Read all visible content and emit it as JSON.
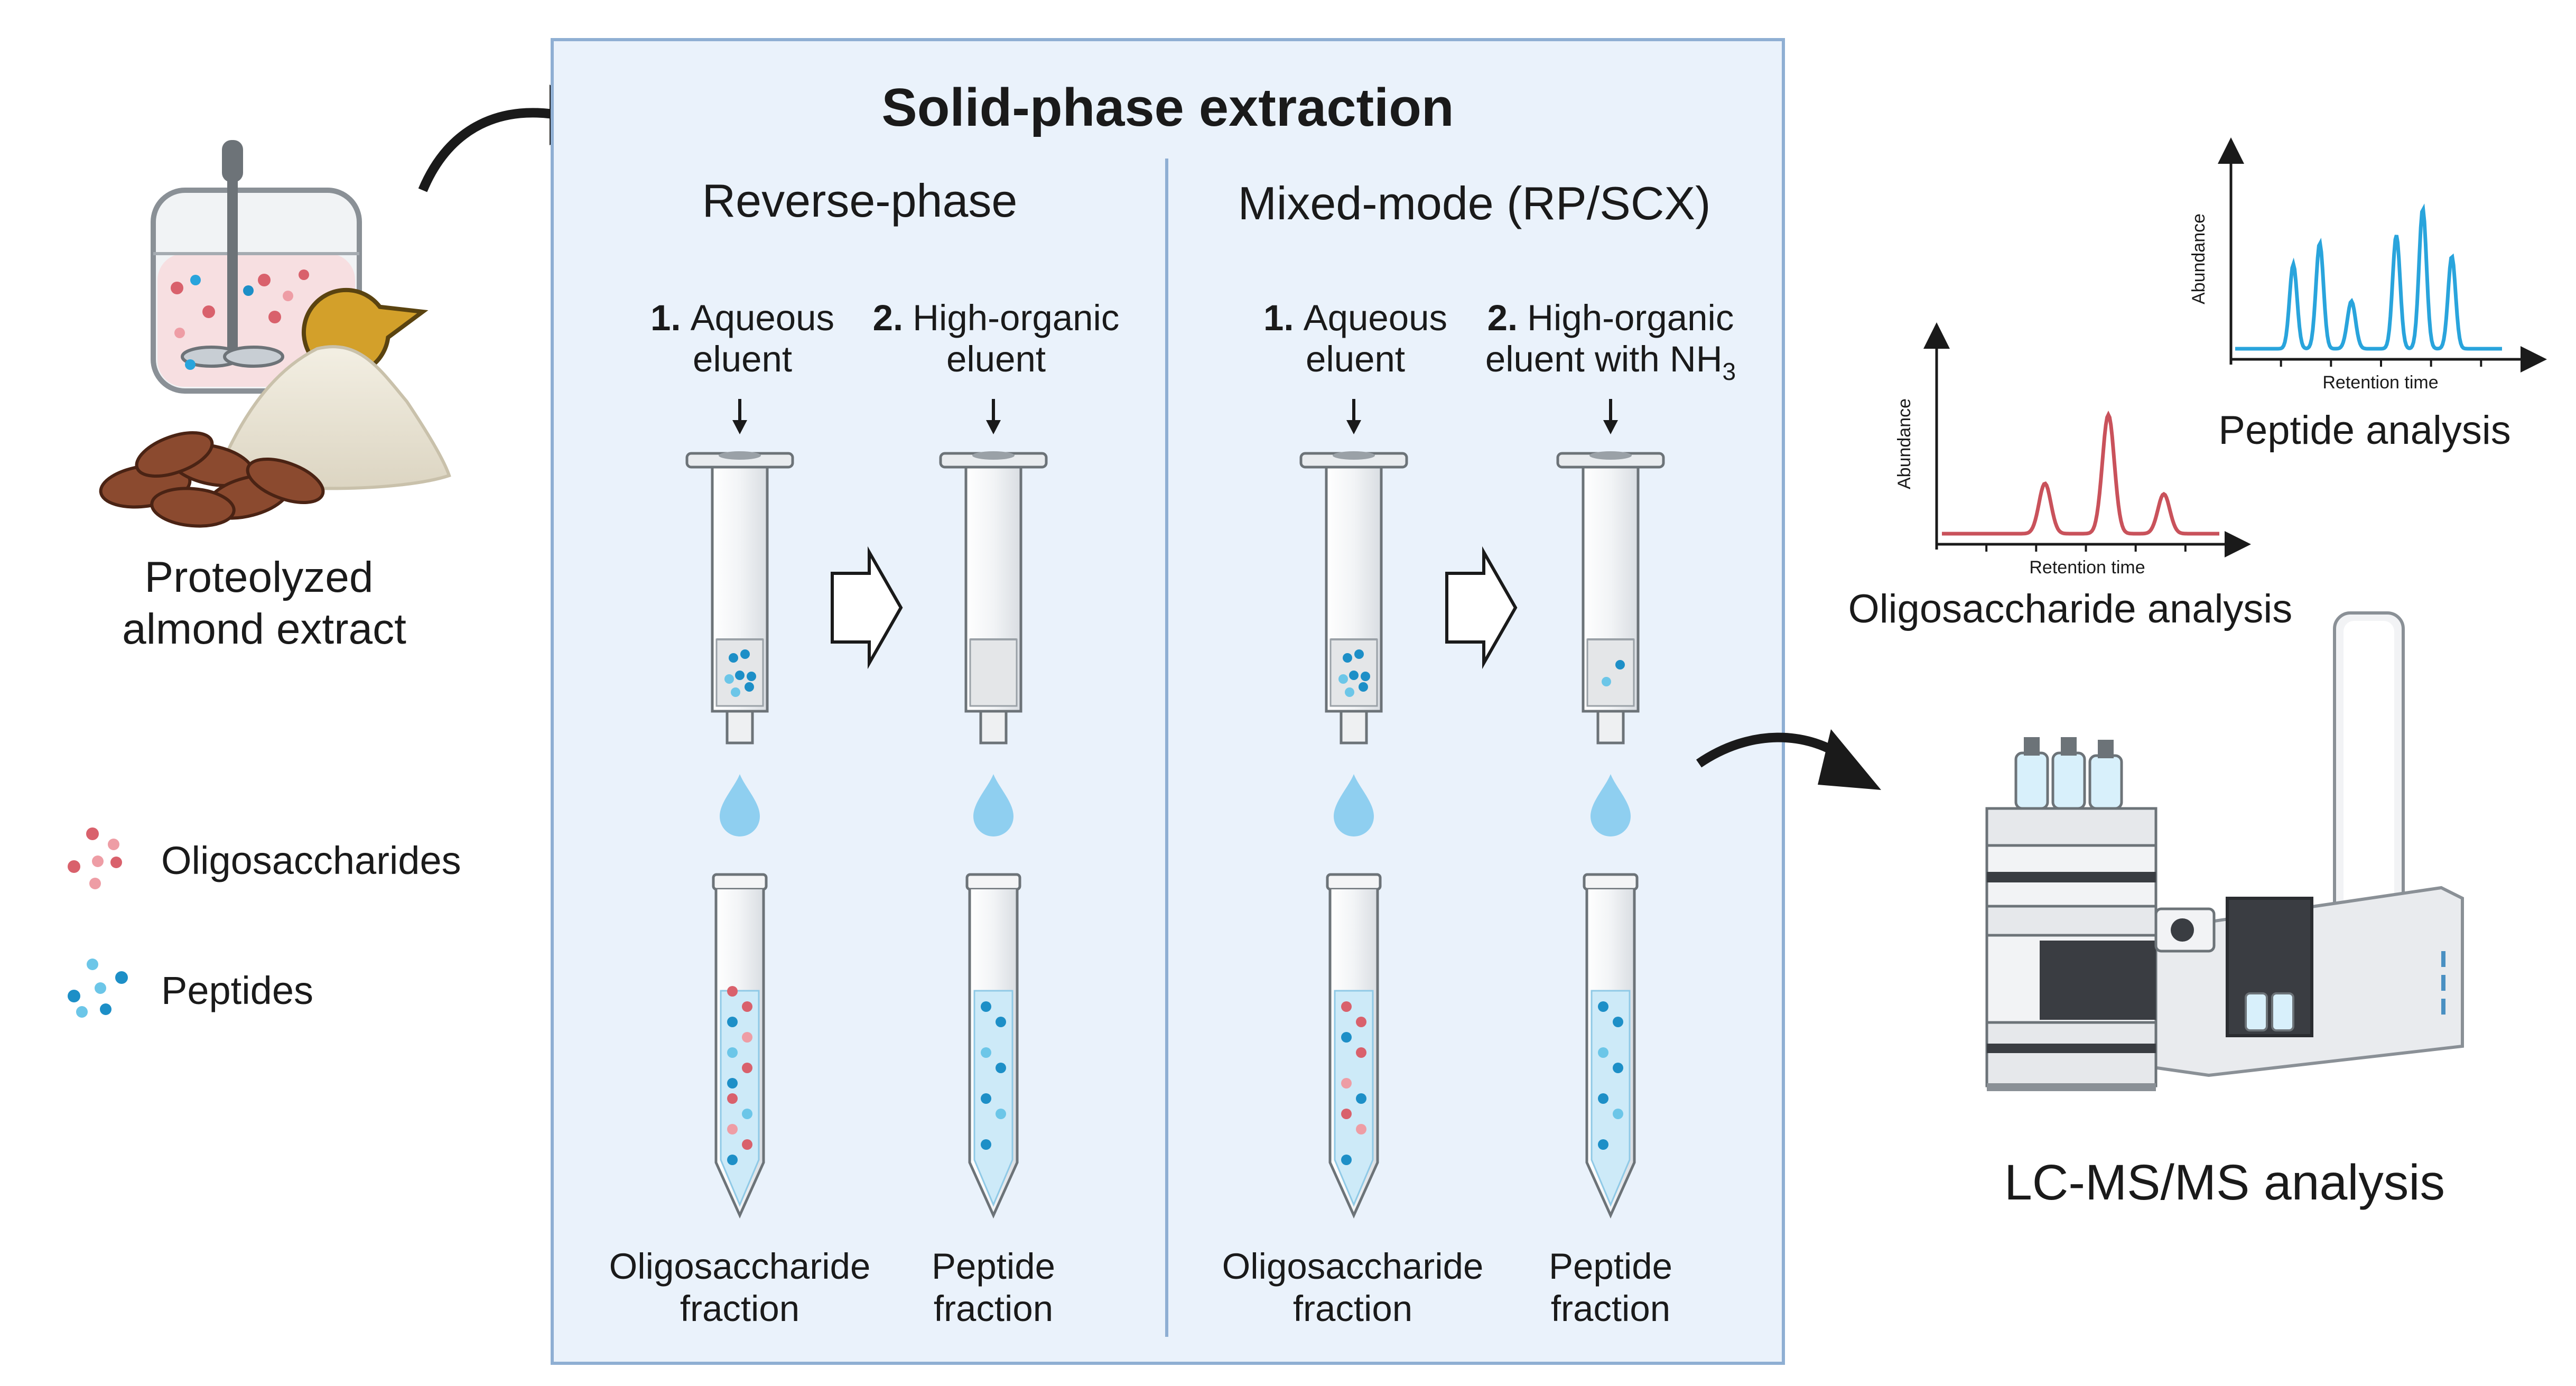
{
  "source": {
    "label_line1": "Proteolyzed",
    "label_line2": "almond extract"
  },
  "legend": {
    "oligosaccharides": "Oligosaccharides",
    "peptides": "Peptides"
  },
  "spe": {
    "title": "Solid-phase extraction",
    "reverse_phase": {
      "title": "Reverse-phase",
      "step1_num": "1.",
      "step1_line1": "Aqueous",
      "step1_line2": "eluent",
      "step2_num": "2.",
      "step2_line1": "High-organic",
      "step2_line2": "eluent",
      "fraction1_line1": "Oligosaccharide",
      "fraction1_line2": "fraction",
      "fraction2_line1": "Peptide",
      "fraction2_line2": "fraction"
    },
    "mixed_mode": {
      "title": "Mixed-mode (RP/SCX)",
      "step1_num": "1.",
      "step1_line1": "Aqueous",
      "step1_line2": "eluent",
      "step2_num": "2.",
      "step2_line1": "High-organic",
      "step2_line2": "eluent with NH",
      "step2_subscript": "3",
      "fraction1_line1": "Oligosaccharide",
      "fraction1_line2": "fraction",
      "fraction2_line1": "Peptide",
      "fraction2_line2": "fraction"
    }
  },
  "analysis": {
    "peptide_chart": {
      "ylabel": "Abundance",
      "xlabel": "Retention time",
      "caption": "Peptide analysis"
    },
    "oligo_chart": {
      "ylabel": "Abundance",
      "xlabel": "Retention time",
      "caption": "Oligosaccharide analysis"
    },
    "lcms_label": "LC-MS/MS analysis"
  },
  "colors": {
    "panel_fill": "#eaf2fb",
    "panel_border": "#8fafd3",
    "oligo_dot": "#d9616c",
    "oligo_dot_light": "#ee9da5",
    "peptide_dot": "#1d8fc7",
    "peptide_dot_light": "#6cc6e8",
    "peptide_trace": "#29a4dc",
    "oligo_trace": "#c9525b",
    "droplet": "#8fcff0",
    "enzyme": "#d3a02a"
  }
}
